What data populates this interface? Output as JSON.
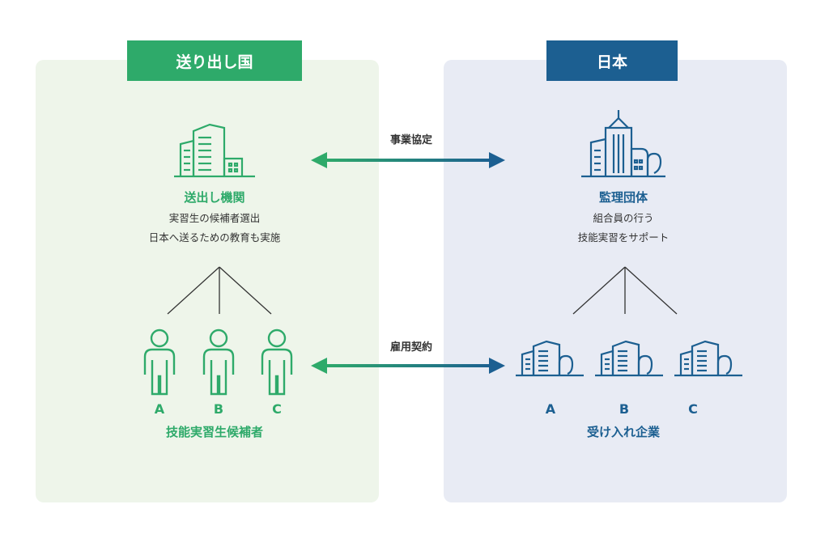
{
  "left": {
    "tag": "送り出し国",
    "org_title": "送出し機関",
    "org_desc": [
      "実習生の候補者選出",
      "日本へ送るための教育も実施"
    ],
    "persons": [
      "A",
      "B",
      "C"
    ],
    "group_label": "技能実習生候補者"
  },
  "right": {
    "tag": "日本",
    "org_title": "監理団体",
    "org_desc": [
      "組合員の行う",
      "技能実習をサポート"
    ],
    "companies": [
      "A",
      "B",
      "C"
    ],
    "group_label": "受け入れ企業"
  },
  "arrows": {
    "top_label": "事業協定",
    "bottom_label": "雇用契約"
  },
  "colors": {
    "green": "#2eaa6a",
    "blue": "#1c5f91",
    "left_bg": "#eef5ea",
    "right_bg": "#e8ebf4"
  },
  "icons": {
    "sending_org": "office-building-icon",
    "supervising_org": "tower-building-icon",
    "person": "person-icon",
    "company": "company-building-icon"
  }
}
